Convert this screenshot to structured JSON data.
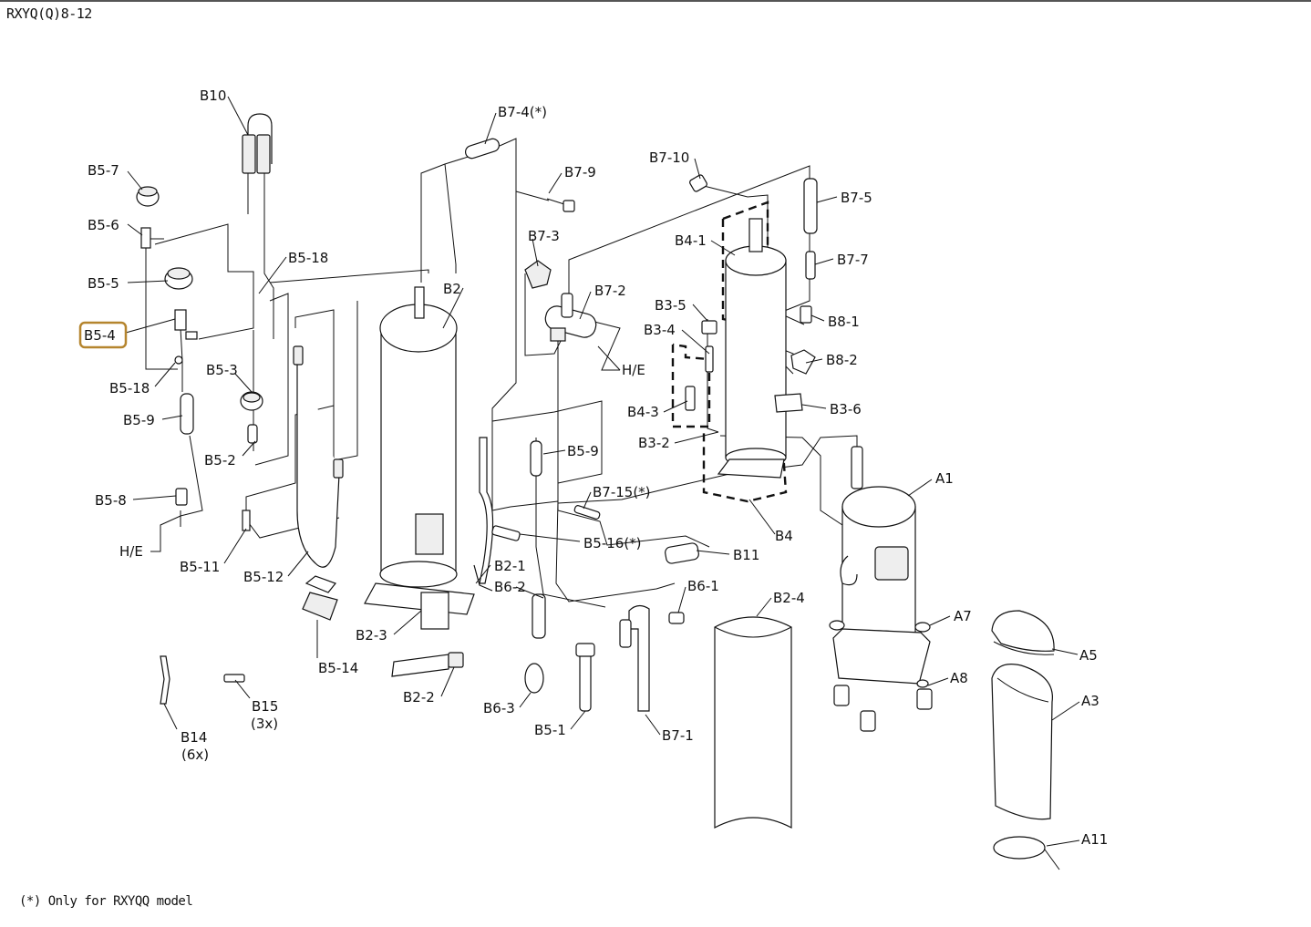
{
  "header": {
    "model": "RXYQ(Q)8-12"
  },
  "footnote": "(*) Only for RXYQQ model",
  "highlight": {
    "part": "B5-4",
    "color": "#b5852e"
  },
  "labels": {
    "B10": "B10",
    "B5_7": "B5-7",
    "B5_6": "B5-6",
    "B5_5": "B5-5",
    "B5_4": "B5-4",
    "B5_18a": "B5-18",
    "B5_18b": "B5-18",
    "B5_9a": "B5-9",
    "B5_3": "B5-3",
    "B5_2": "B5-2",
    "B5_8": "B5-8",
    "HE_left": "H/E",
    "B5_11": "B5-11",
    "B5_12": "B5-12",
    "B5_14": "B5-14",
    "B14": "B14",
    "B14_qty": "(6x)",
    "B15": "B15",
    "B15_qty": "(3x)",
    "B7_4": "B7-4(*)",
    "B7_9": "B7-9",
    "B7_3": "B7-3",
    "B7_2": "B7-2",
    "HE_mid": "H/E",
    "B2": "B2",
    "B5_9b": "B5-9",
    "B7_15": "B7-15(*)",
    "B5_16": "B5-16(*)",
    "B2_1": "B2-1",
    "B6_2": "B6-2",
    "B2_3": "B2-3",
    "B2_2": "B2-2",
    "B6_3": "B6-3",
    "B5_1": "B5-1",
    "B7_1": "B7-1",
    "B6_1": "B6-1",
    "B11": "B11",
    "B7_10": "B7-10",
    "B7_5": "B7-5",
    "B4_1": "B4-1",
    "B7_7": "B7-7",
    "B3_5": "B3-5",
    "B3_4": "B3-4",
    "B8_1": "B8-1",
    "B8_2": "B8-2",
    "B4_3": "B4-3",
    "B3_6": "B3-6",
    "B3_2": "B3-2",
    "B4": "B4",
    "A1": "A1",
    "B2_4": "B2-4",
    "A7": "A7",
    "A8": "A8",
    "A5": "A5",
    "A3": "A3",
    "A11": "A11"
  }
}
